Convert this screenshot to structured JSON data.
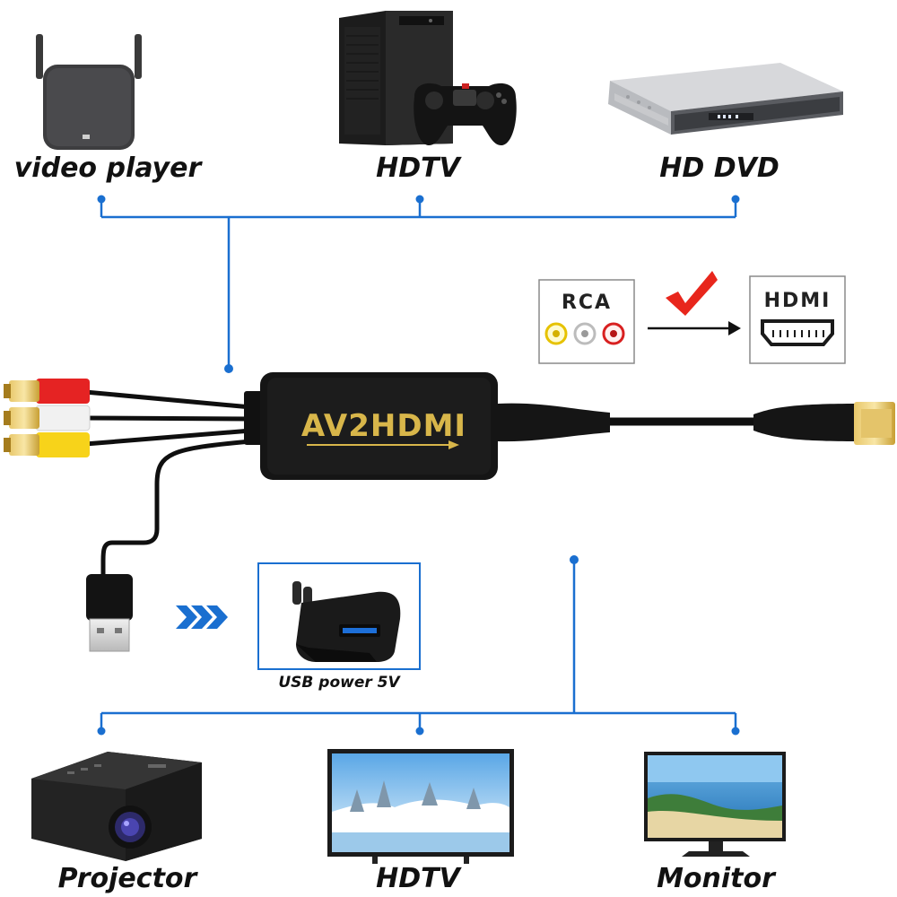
{
  "top_devices": [
    {
      "label": "video player"
    },
    {
      "label": "HDTV"
    },
    {
      "label": "HD DVD"
    }
  ],
  "bottom_devices": [
    {
      "label": "Projector"
    },
    {
      "label": "HDTV"
    },
    {
      "label": "Monitor"
    }
  ],
  "signal": {
    "from_label": "RCA",
    "to_label": "HDMI"
  },
  "adapter": {
    "logo_text": "AV2HDMI"
  },
  "power": {
    "label": "USB power 5V"
  },
  "colors": {
    "line_blue": "#1a6fd0",
    "check_red": "#e8261c",
    "logo_gold": "#d8b64a",
    "rca_red": "#e52323",
    "rca_white": "#f1f1f1",
    "rca_yellow": "#f7d31a"
  }
}
